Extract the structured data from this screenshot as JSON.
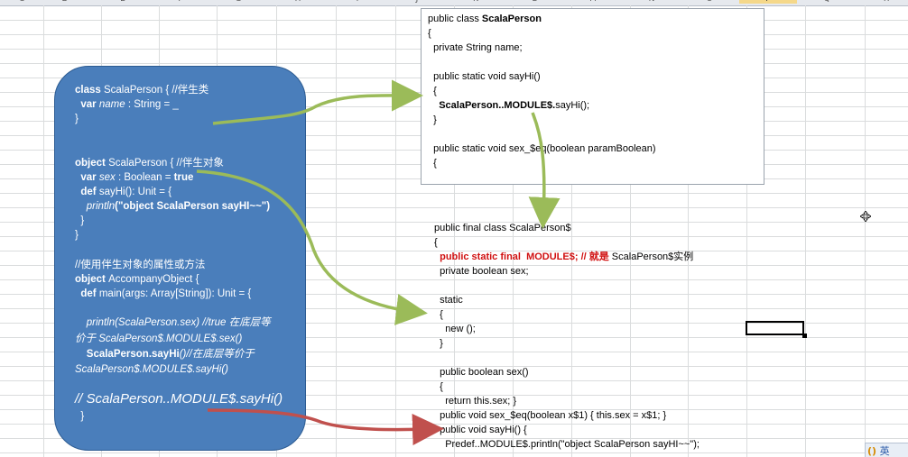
{
  "columns": [
    "C",
    "D",
    "E",
    "F",
    "G",
    "H",
    "I",
    "J",
    "K",
    "L",
    "M",
    "N",
    "O",
    "P",
    "Q",
    "R"
  ],
  "selected_column": "P",
  "bubble_lines": [
    {
      "segs": [
        {
          "t": "class ",
          "s": "b"
        },
        {
          "t": "ScalaPerson { //伴生类",
          "s": ""
        }
      ]
    },
    {
      "segs": [
        {
          "t": "  var ",
          "s": "b"
        },
        {
          "t": "name",
          "s": "i"
        },
        {
          "t": " : String = _",
          "s": ""
        }
      ]
    },
    {
      "segs": [
        {
          "t": "}",
          "s": ""
        }
      ]
    },
    {
      "segs": [
        {
          "t": "object ",
          "s": "b"
        },
        {
          "t": "ScalaPerson { //伴生对象",
          "s": ""
        }
      ]
    },
    {
      "segs": [
        {
          "t": "  var ",
          "s": "b"
        },
        {
          "t": "sex",
          "s": "i"
        },
        {
          "t": " : Boolean = ",
          "s": ""
        },
        {
          "t": "true",
          "s": "b"
        }
      ]
    },
    {
      "segs": [
        {
          "t": "  def ",
          "s": "b"
        },
        {
          "t": "sayHi(): Unit = {",
          "s": ""
        }
      ]
    },
    {
      "segs": [
        {
          "t": "    ",
          "s": ""
        },
        {
          "t": "println",
          "s": "i"
        },
        {
          "t": "(\"object ScalaPerson sayHI~~\")",
          "s": "b"
        }
      ]
    },
    {
      "segs": [
        {
          "t": "  }",
          "s": ""
        }
      ]
    },
    {
      "segs": [
        {
          "t": "}",
          "s": ""
        }
      ]
    },
    {
      "segs": [
        {
          "t": "//使用伴生对象的属性或方法",
          "s": ""
        }
      ]
    },
    {
      "segs": [
        {
          "t": "object ",
          "s": "b"
        },
        {
          "t": "AccompanyObject {",
          "s": ""
        }
      ]
    },
    {
      "segs": [
        {
          "t": "  def ",
          "s": "b"
        },
        {
          "t": "main(args: Array[String]): Unit = {",
          "s": ""
        }
      ]
    },
    {
      "segs": [
        {
          "t": "    println(ScalaPerson.sex) //true 在底层等",
          "s": "i"
        }
      ]
    },
    {
      "segs": [
        {
          "t": "价于 ScalaPerson$.MODULE$.sex()",
          "s": "i"
        }
      ]
    },
    {
      "segs": [
        {
          "t": "    ScalaPerson.sayHi",
          "s": "b"
        },
        {
          "t": "()//在底层等价于",
          "s": "i"
        }
      ]
    },
    {
      "segs": [
        {
          "t": "ScalaPerson$.MODULE$.sayHi()",
          "s": "i"
        }
      ]
    },
    {
      "segs": [
        {
          "t": "// ScalaPerson..MODULE$.sayHi()",
          "s": "big"
        }
      ]
    },
    {
      "segs": [
        {
          "t": "  }",
          "s": ""
        }
      ]
    }
  ],
  "codebox_lines": [
    {
      "segs": [
        {
          "t": "public class ",
          "s": ""
        },
        {
          "t": "ScalaPerson",
          "s": "b"
        }
      ]
    },
    {
      "segs": [
        {
          "t": "{",
          "s": ""
        }
      ]
    },
    {
      "segs": [
        {
          "t": "  private String name;",
          "s": ""
        }
      ]
    },
    {
      "segs": [
        {
          "t": "  public static void sayHi()",
          "s": ""
        }
      ]
    },
    {
      "segs": [
        {
          "t": "  {",
          "s": ""
        }
      ]
    },
    {
      "segs": [
        {
          "t": "    ScalaPerson..MODULE$.",
          "s": "b"
        },
        {
          "t": "sayHi();",
          "s": ""
        }
      ]
    },
    {
      "segs": [
        {
          "t": "  }",
          "s": ""
        }
      ]
    },
    {
      "segs": [
        {
          "t": "  public static void sex_$eq(boolean paramBoolean)",
          "s": ""
        }
      ]
    },
    {
      "segs": [
        {
          "t": "  {",
          "s": ""
        }
      ]
    }
  ],
  "lower_lines": [
    {
      "segs": [
        {
          "t": "public final class ScalaPerson$",
          "s": ""
        }
      ]
    },
    {
      "segs": [
        {
          "t": "{",
          "s": ""
        }
      ]
    },
    {
      "segs": [
        {
          "t": "  public static final  MODULE$; // ",
          "s": "red"
        },
        {
          "t": "就是",
          "s": "red"
        },
        {
          "t": " ScalaPerson$实例",
          "s": ""
        }
      ]
    },
    {
      "segs": [
        {
          "t": "  private boolean sex;",
          "s": ""
        }
      ]
    },
    {
      "segs": [
        {
          "t": "  static",
          "s": ""
        }
      ]
    },
    {
      "segs": [
        {
          "t": "  {",
          "s": ""
        }
      ]
    },
    {
      "segs": [
        {
          "t": "    new ();",
          "s": ""
        }
      ]
    },
    {
      "segs": [
        {
          "t": "  }",
          "s": ""
        }
      ]
    },
    {
      "segs": [
        {
          "t": "  public boolean sex()",
          "s": ""
        }
      ]
    },
    {
      "segs": [
        {
          "t": "  {",
          "s": ""
        }
      ]
    },
    {
      "segs": [
        {
          "t": "    return this.sex; }",
          "s": ""
        }
      ]
    },
    {
      "segs": [
        {
          "t": "  public void sex_$eq(boolean x$1) { this.sex = x$1; }",
          "s": ""
        }
      ]
    },
    {
      "segs": [
        {
          "t": "  public void sayHi() {",
          "s": ""
        }
      ]
    },
    {
      "segs": [
        {
          "t": "    Predef..MODULE$.println(\"object ScalaPerson sayHI~~\");",
          "s": ""
        }
      ]
    }
  ],
  "status_icon_text": "英",
  "colors": {
    "bubble": "#4a7ebb",
    "arrow_green": "#9bbb59",
    "arrow_red": "#c0504d"
  }
}
